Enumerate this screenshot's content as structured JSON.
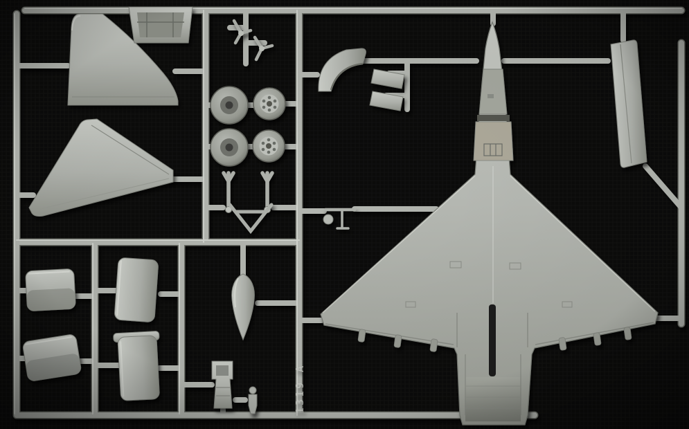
{
  "scene": {
    "description": "Light grey injection-moulded plastic sprue of a delta-wing jet fighter model kit photographed on black fabric",
    "background_color": "#0b0b0a",
    "plastic_color": "#b5b8b2",
    "plastic_shadow": "#7e817b",
    "plastic_highlight": "#d9dbd5"
  },
  "markings": {
    "mold_code": "1319 A"
  },
  "parts": [
    "fuselage-with-delta-wings",
    "vertical-stabilizer-upper",
    "vertical-stabilizer-lower",
    "rudder-panel",
    "cockpit-tub",
    "main-wheel-inner-left-pair",
    "main-wheel-outer-right-pair",
    "landing-gear-struts",
    "gear-brace-frame",
    "intake-lip",
    "airbrake-flaps",
    "antenna-probe",
    "nose-cone",
    "intake-cowling-panels",
    "ejection-seat",
    "pilot-figure"
  ]
}
